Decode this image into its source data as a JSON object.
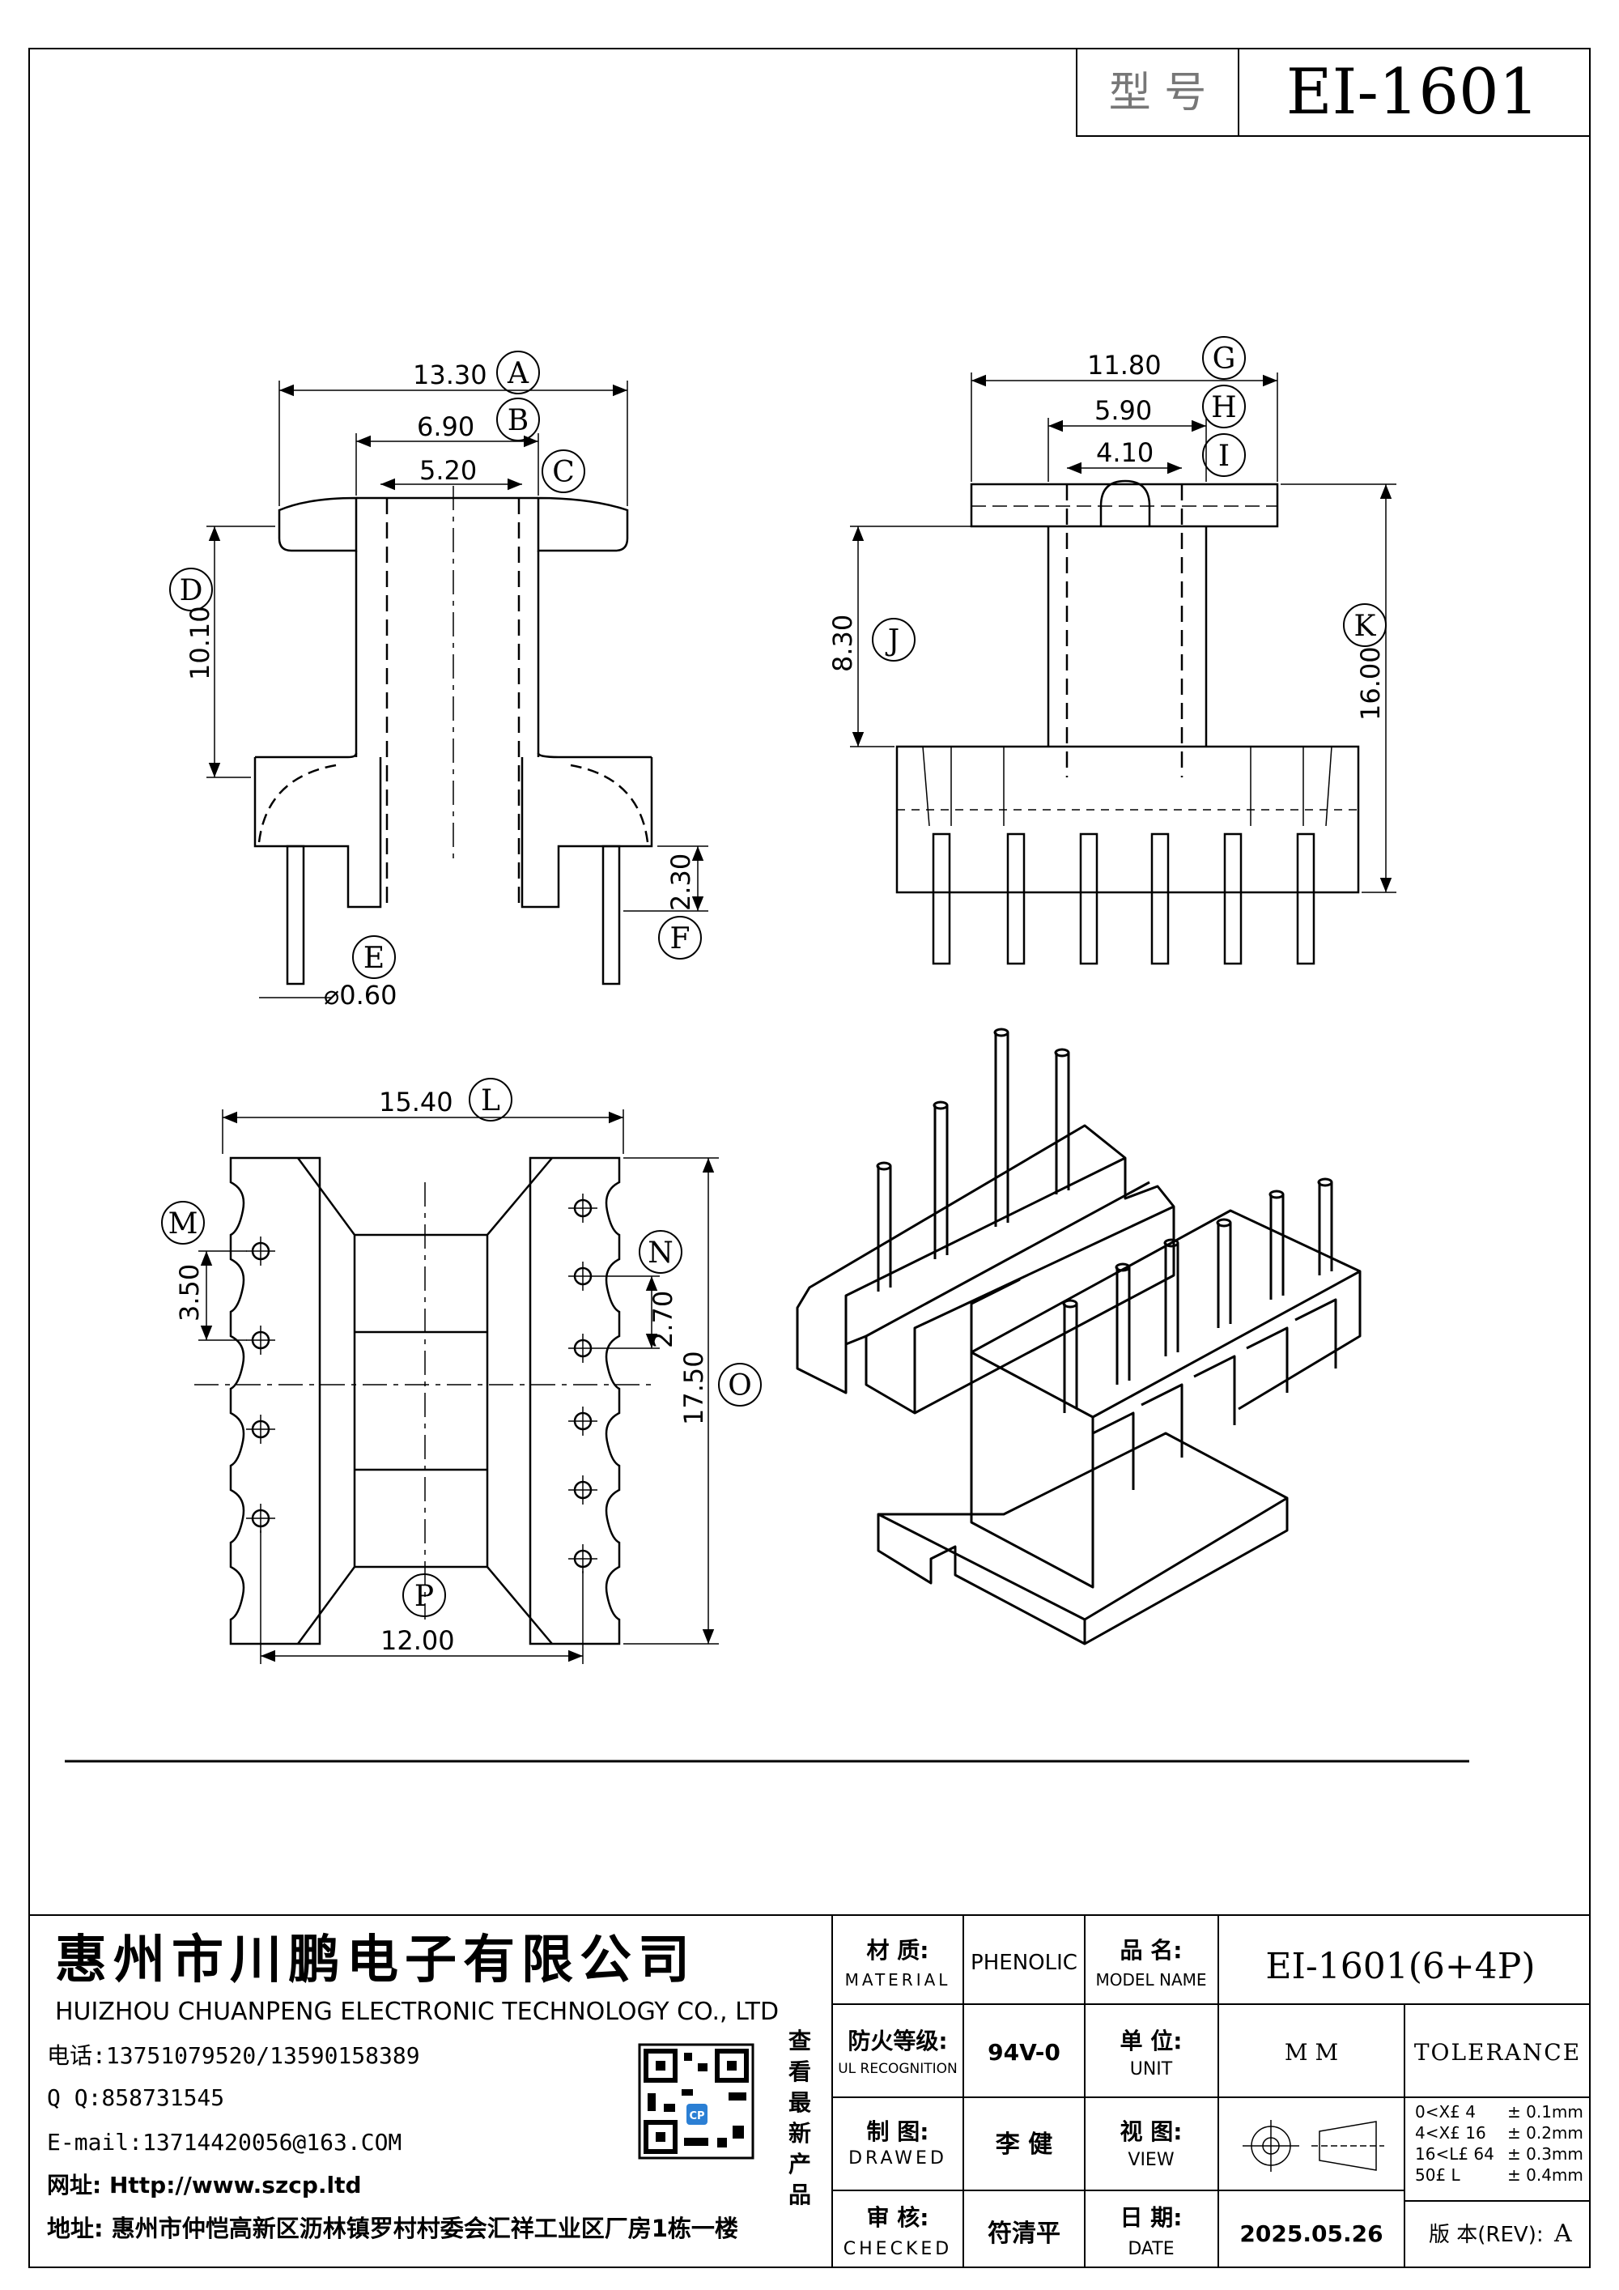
{
  "header": {
    "model_label": "型 号",
    "model_value": "EI-1601"
  },
  "front_view": {
    "dims": [
      {
        "value": "13.30",
        "tag": "A"
      },
      {
        "value": "6.90",
        "tag": "B"
      },
      {
        "value": "5.20",
        "tag": "C"
      },
      {
        "value": "10.10",
        "tag": "D"
      },
      {
        "value": "⌀0.60",
        "tag": "E"
      },
      {
        "value": "2.30",
        "tag": "F"
      }
    ]
  },
  "side_view": {
    "dims": [
      {
        "value": "11.80",
        "tag": "G"
      },
      {
        "value": "5.90",
        "tag": "H"
      },
      {
        "value": "4.10",
        "tag": "I"
      },
      {
        "value": "8.30",
        "tag": "J"
      },
      {
        "value": "16.00",
        "tag": "K"
      }
    ]
  },
  "bottom_view": {
    "dims": [
      {
        "value": "15.40",
        "tag": "L"
      },
      {
        "value": "3.50",
        "tag": "M"
      },
      {
        "value": "2.70",
        "tag": "N"
      },
      {
        "value": "17.50",
        "tag": "O"
      },
      {
        "value": "12.00",
        "tag": "P"
      }
    ]
  },
  "title_block": {
    "company_cn": "惠州市川鹏电子有限公司",
    "company_en": "HUIZHOU CHUANPENG ELECTRONIC TECHNOLOGY CO., LTD",
    "phone": "电话:13751079520/13590158389",
    "qq": "Q Q:858731545",
    "email": "E-mail:13714420056@163.COM",
    "website": "网址: Http://www.szcp.ltd",
    "address": "地址: 惠州市仲恺高新区沥林镇罗村村委会汇祥工业区厂房1栋一楼",
    "qr_caption": [
      "查",
      "看",
      "最",
      "新",
      "产",
      "品"
    ],
    "qr_badge": "CP",
    "material_label_cn": "材 质:",
    "material_label_en": "MATERIAL",
    "material_value": "PHENOLIC",
    "model_label_cn": "品 名:",
    "model_label_en": "MODEL NAME",
    "model_value": "EI-1601(6+4P)",
    "fire_label_cn": "防火等级:",
    "fire_label_en": "UL RECOGNITION",
    "fire_value": "94V-0",
    "unit_label_cn": "单 位:",
    "unit_label_en": "UNIT",
    "unit_value": "M M",
    "tolerance_label": "TOLERANCE",
    "tolerance_rows": [
      {
        "range": "0<X£ 4",
        "value": "± 0.1mm"
      },
      {
        "range": "4<X£ 16",
        "value": "± 0.2mm"
      },
      {
        "range": "16<L£ 64",
        "value": "± 0.3mm"
      },
      {
        "range": "50£ L",
        "value": "± 0.4mm"
      }
    ],
    "drawn_label_cn": "制 图:",
    "drawn_label_en": "DRAWED",
    "drawn_value": "李 健",
    "view_label_cn": "视 图:",
    "view_label_en": "VIEW",
    "checked_label_cn": "审 核:",
    "checked_label_en": "CHECKED",
    "checked_value": "符清平",
    "date_label_cn": "日 期:",
    "date_label_en": "DATE",
    "date_value": "2025.05.26",
    "rev_label": "版 本(REV):",
    "rev_value": "A"
  }
}
